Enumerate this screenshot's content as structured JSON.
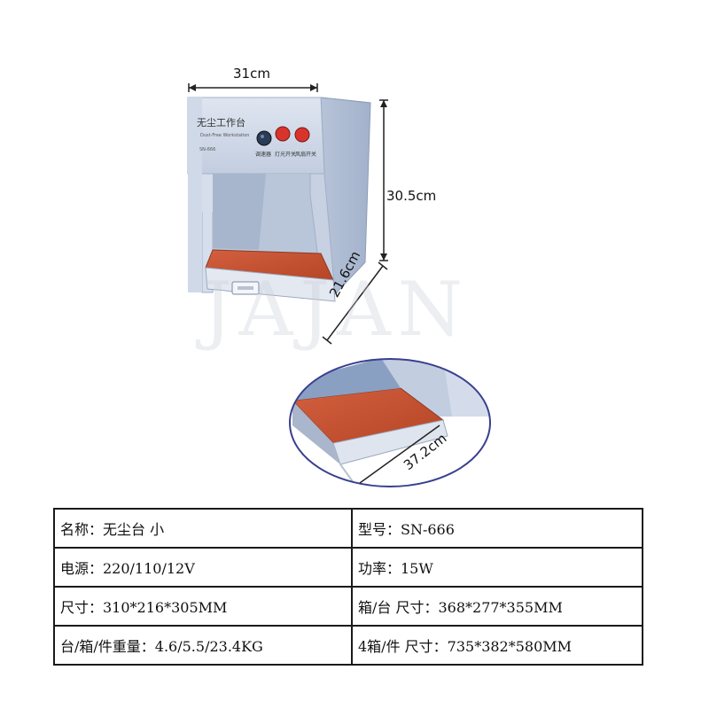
{
  "dimensions": {
    "width": "31cm",
    "height": "30.5cm",
    "depth": "21.6cm",
    "drawer": "37.2cm"
  },
  "device_panel": {
    "title": "无尘工作台",
    "subtitle": "Dust-Free Workstation",
    "model_tag": "SN-666",
    "switch_labels": [
      "调速器",
      "灯光开关",
      "风扇开关"
    ]
  },
  "watermark": "JAJAN",
  "colors": {
    "cabinet": "#c9d3e4",
    "mat": "#c8553a",
    "button_red": "#d9342b",
    "ellipse_border": "#3a3f8f"
  },
  "specs": [
    [
      "名称：无尘台 小",
      "型号：SN-666"
    ],
    [
      "电源：220/110/12V",
      "功率：15W"
    ],
    [
      "尺寸：310*216*305MM",
      "箱/台 尺寸：368*277*355MM"
    ],
    [
      "台/箱/件重量：4.6/5.5/23.4KG",
      "4箱/件 尺寸：735*382*580MM"
    ]
  ]
}
